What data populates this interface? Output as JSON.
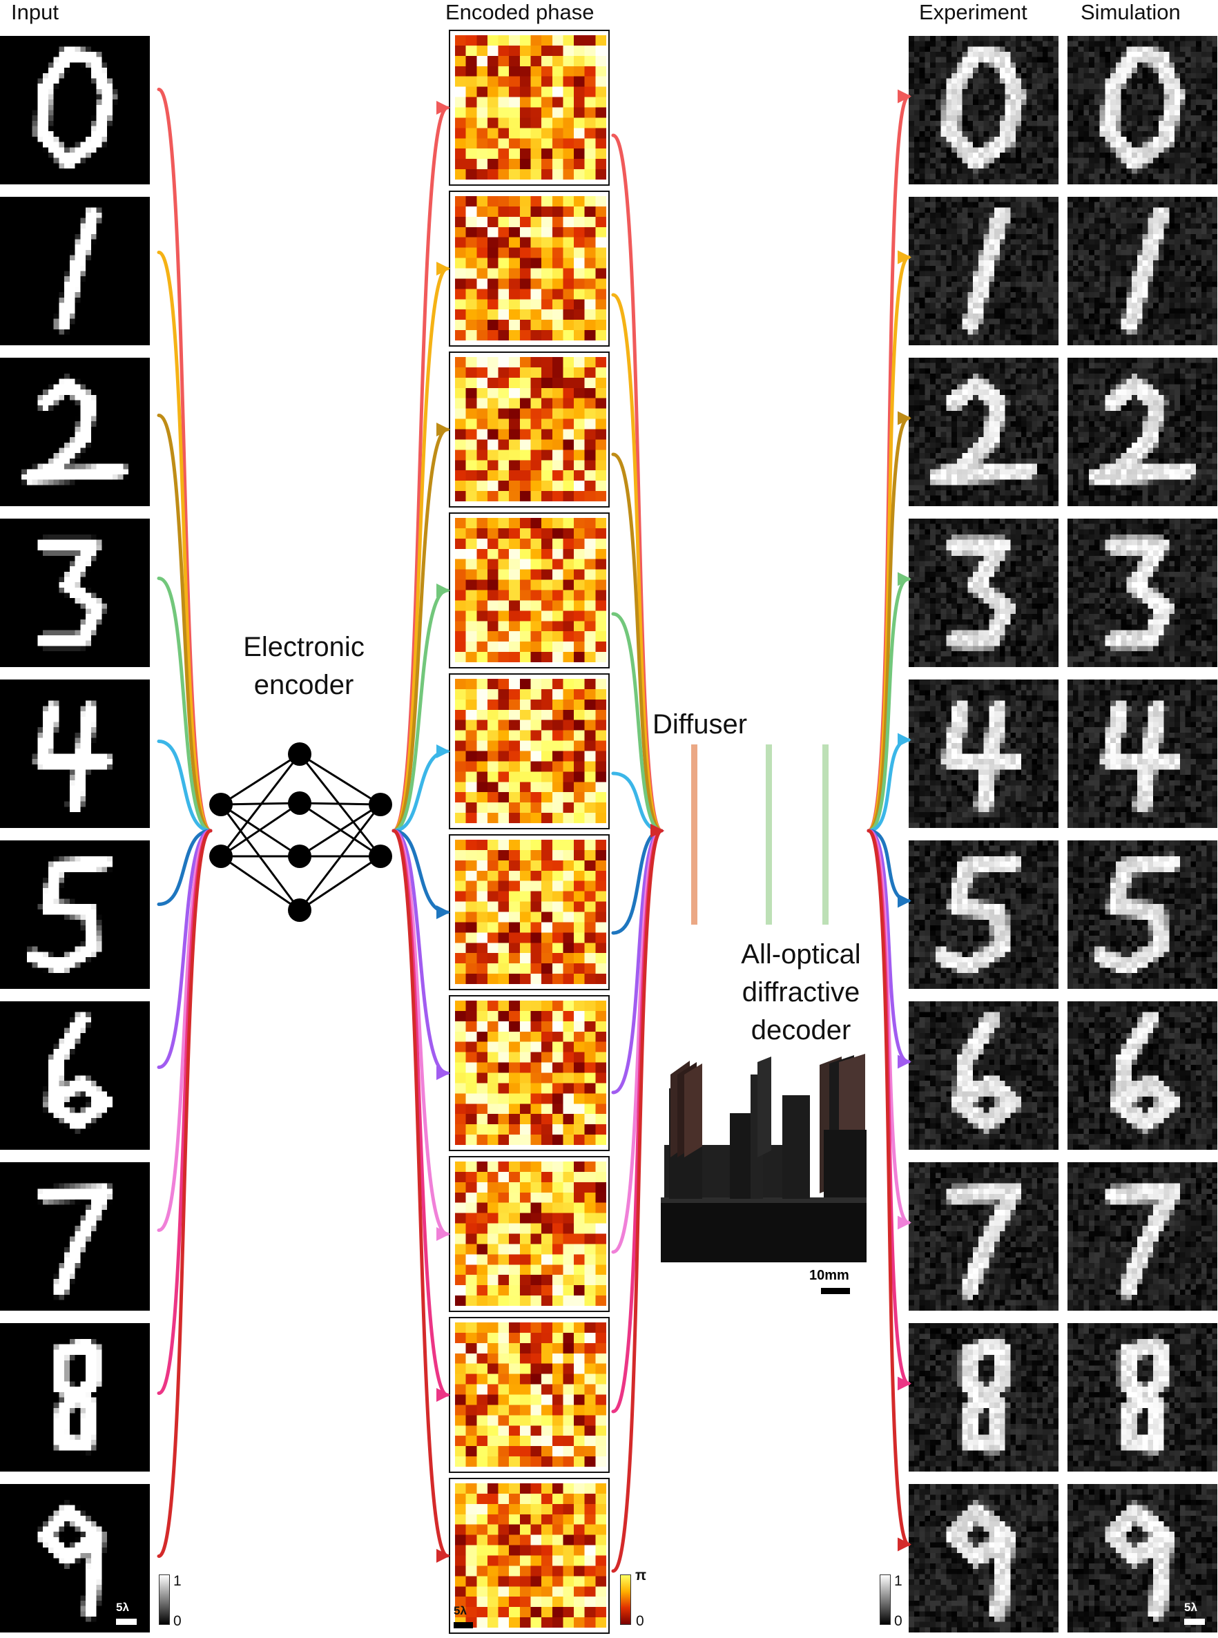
{
  "headers": {
    "input": "Input",
    "encoded_phase": "Encoded phase",
    "experiment": "Experiment",
    "simulation": "Simulation"
  },
  "labels": {
    "encoder": "Electronic\nencoder",
    "diffuser": "Diffuser",
    "decoder": "All-optical\ndiffractive\ndecoder",
    "photo_scale": "10mm"
  },
  "scale_bar_label": "5λ",
  "colorbars": {
    "intensity": {
      "max": "1",
      "min": "0"
    },
    "phase": {
      "max": "π",
      "min": "0"
    }
  },
  "digits": [
    "0",
    "1",
    "2",
    "3",
    "4",
    "5",
    "6",
    "7",
    "8",
    "9"
  ],
  "digit_colors": [
    "#f05a5a",
    "#f5b215",
    "#bf8c16",
    "#72c77b",
    "#3bb6e8",
    "#1e76bf",
    "#a15cf0",
    "#f080d8",
    "#ec3585",
    "#d42a2a"
  ],
  "diffuser_color": "#eba885",
  "diffractive_layer_color": "#bde0b6"
}
